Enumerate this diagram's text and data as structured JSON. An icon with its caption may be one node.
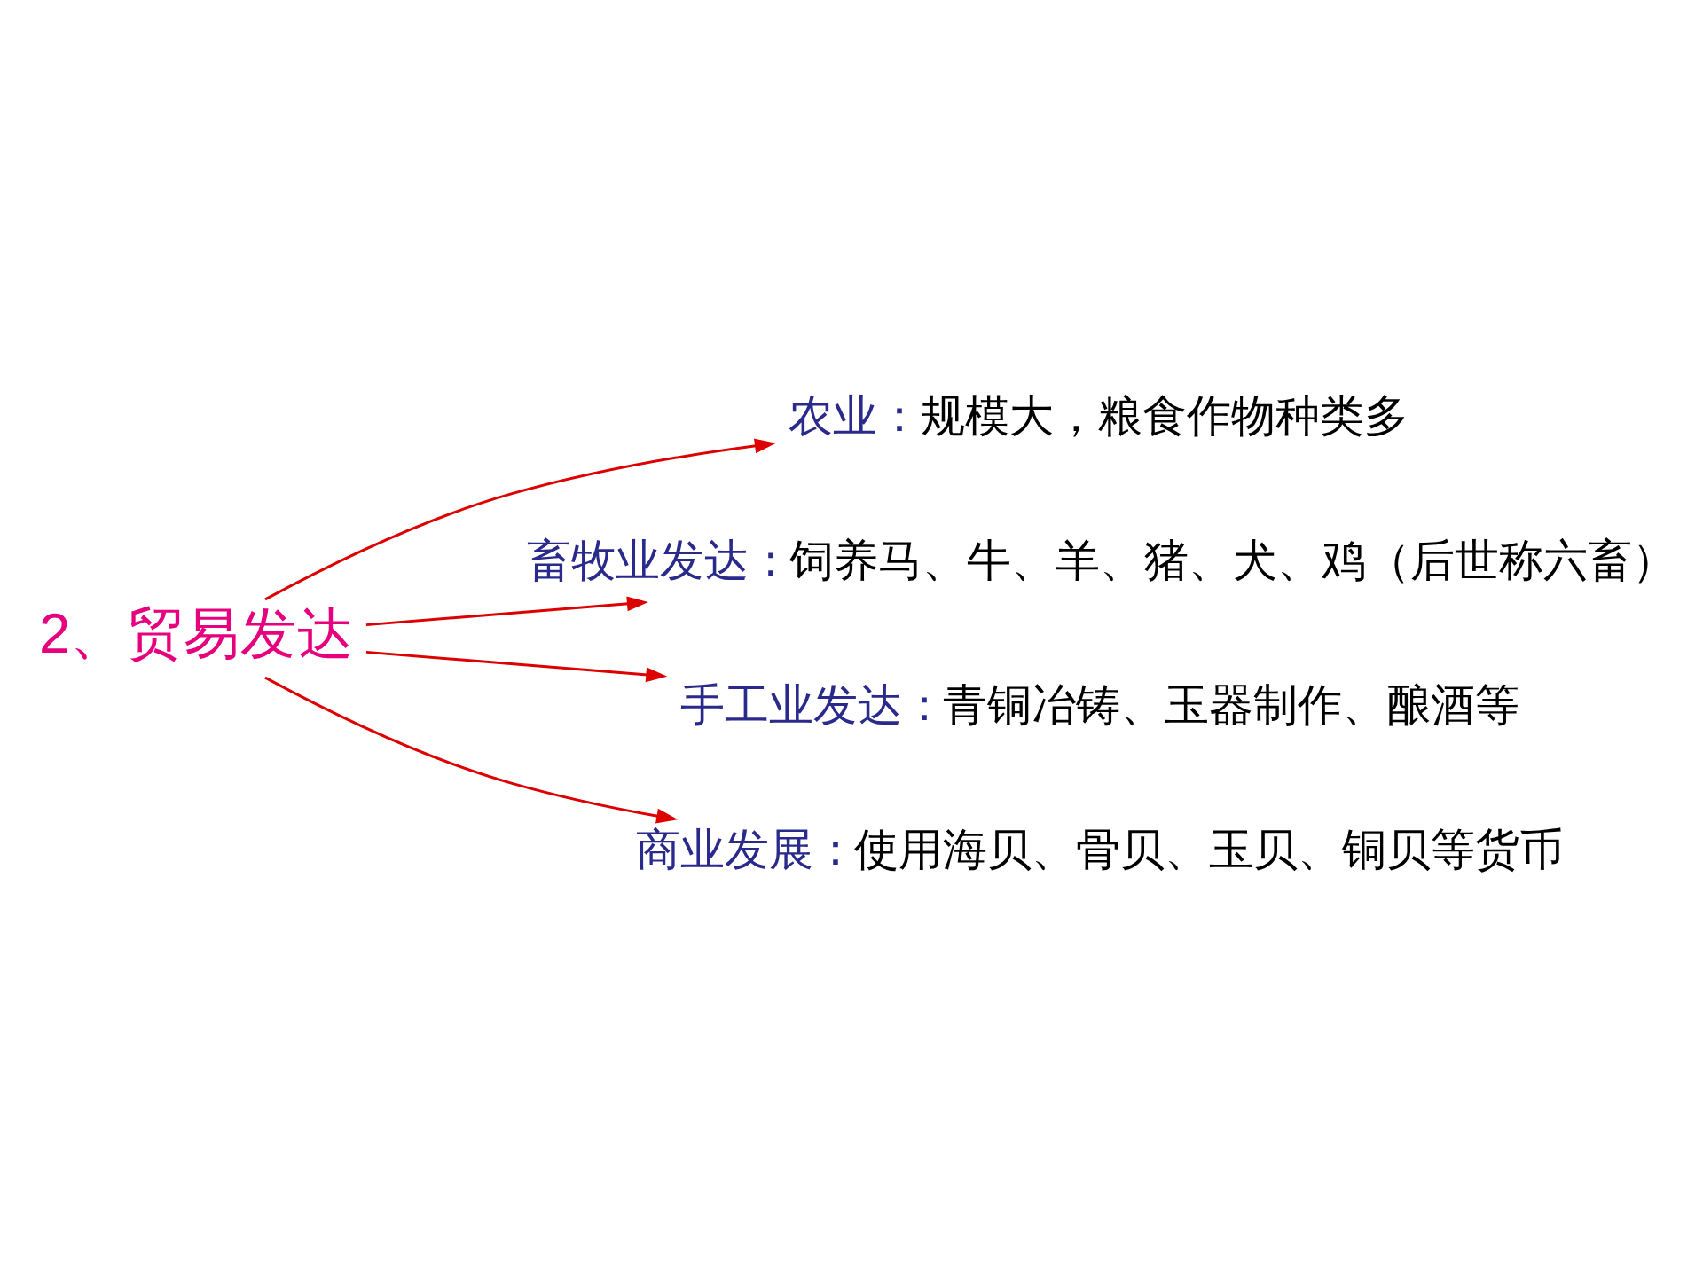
{
  "diagram": {
    "nodes": [
      {
        "text": [
          "2、贸易发达"
        ]
      },
      {
        "text": [
          "农业：",
          "规模大，粮食作物种类多"
        ]
      },
      {
        "text": [
          "畜牧业发达：",
          "饲养马、牛、羊、猪、犬、鸡（后世称六畜）"
        ]
      },
      {
        "text": [
          "手工业发达：",
          "青铜冶铸、玉器制作、酿酒等"
        ]
      },
      {
        "text": [
          "商业发展：",
          "使用海贝、骨贝、玉贝、铜贝等货币"
        ]
      }
    ],
    "edges": [
      {
        "from": 0,
        "to": 1,
        "arrow": "to"
      },
      {
        "from": 0,
        "to": 2,
        "arrow": "to"
      },
      {
        "from": 0,
        "to": 3,
        "arrow": "to"
      },
      {
        "from": 0,
        "to": 4,
        "arrow": "to"
      }
    ]
  }
}
